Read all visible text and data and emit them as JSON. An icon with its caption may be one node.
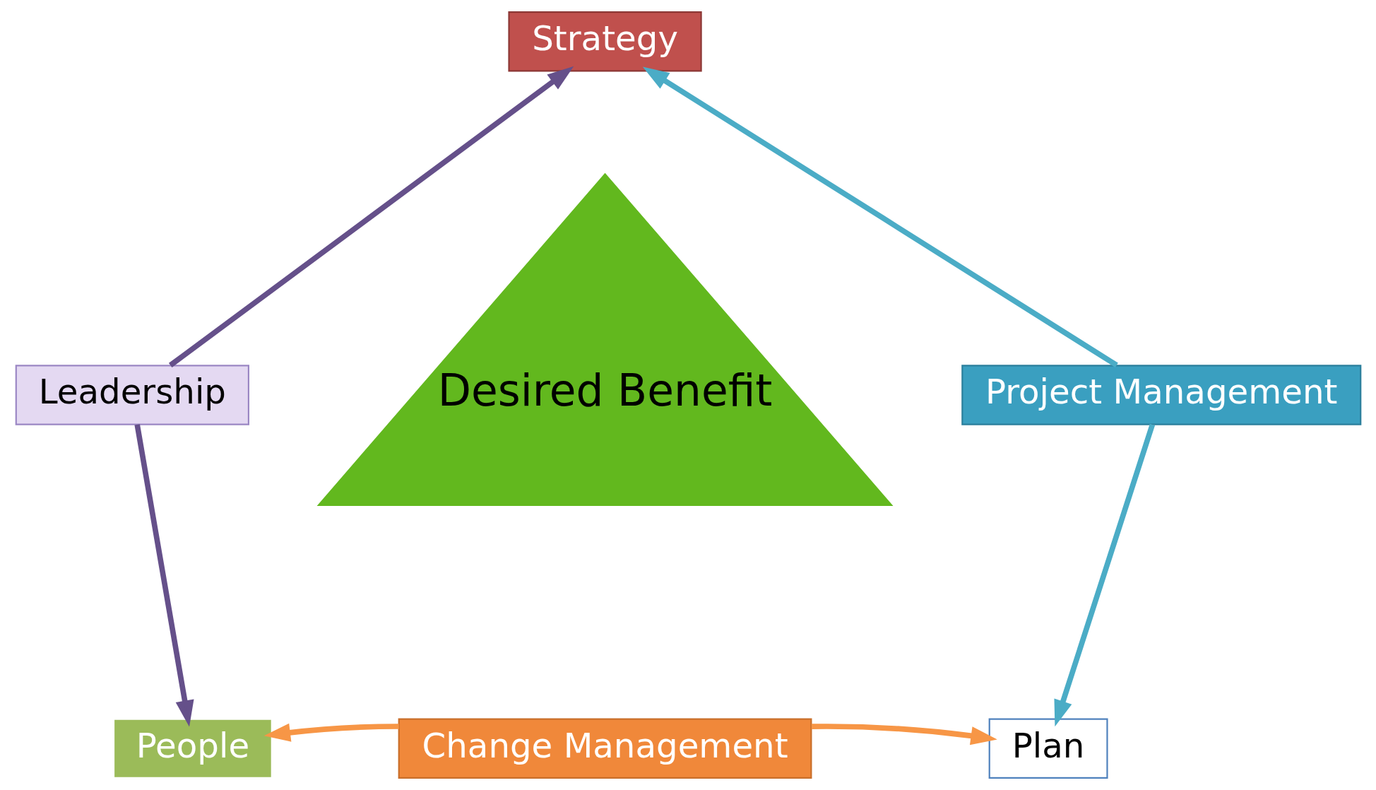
{
  "diagram": {
    "nodes": [
      {
        "text": [
          "Strategy"
        ]
      },
      {
        "text": [
          "Desired Benefit"
        ]
      },
      {
        "text": [
          "Leadership"
        ]
      },
      {
        "text": [
          "Project Management"
        ]
      },
      {
        "text": [
          "People"
        ]
      },
      {
        "text": [
          "Plan"
        ]
      },
      {
        "text": [
          "Change Management"
        ]
      }
    ],
    "edges": [
      {
        "from": 2,
        "to": 0,
        "arrow": "to",
        "color": "#65508a"
      },
      {
        "from": 2,
        "to": 4,
        "arrow": "to",
        "color": "#65508a"
      },
      {
        "from": 3,
        "to": 0,
        "arrow": "to",
        "color": "#4bacc6"
      },
      {
        "from": 3,
        "to": 5,
        "arrow": "to",
        "color": "#4bacc6"
      },
      {
        "from": 6,
        "to": 4,
        "arrow": "to",
        "color": "#f79646"
      },
      {
        "from": 6,
        "to": 5,
        "arrow": "to",
        "color": "#f79646"
      }
    ]
  }
}
